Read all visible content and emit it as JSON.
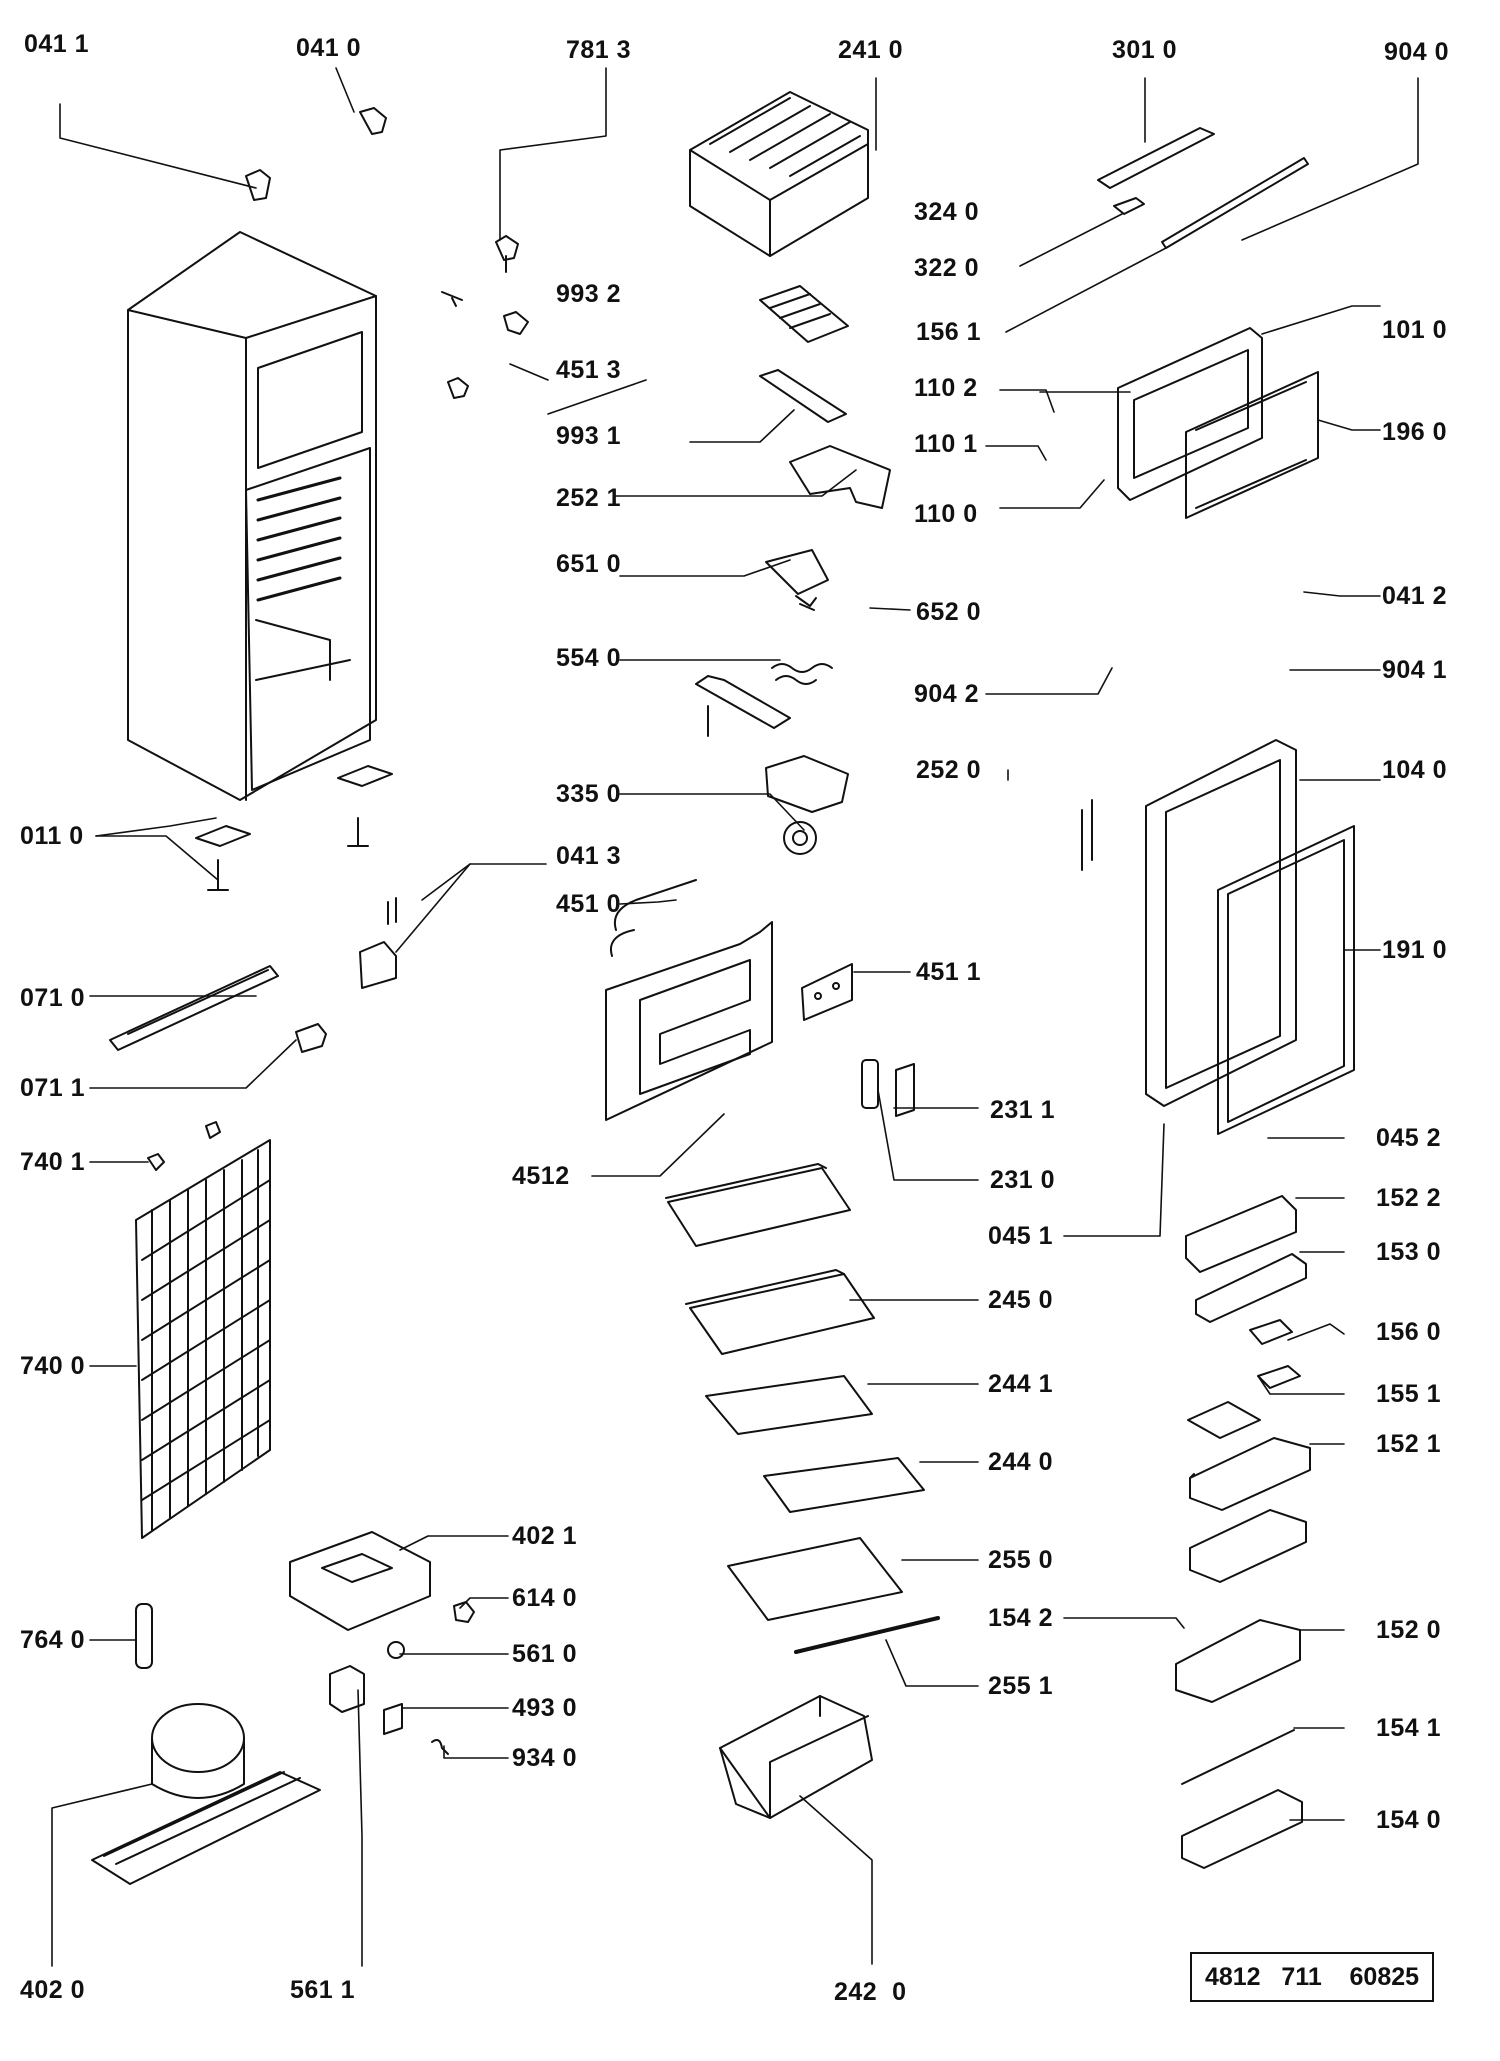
{
  "labels": {
    "p0411": "041 1",
    "p0410": "041 0",
    "p7813": "781 3",
    "p2410": "241 0",
    "p3010": "301 0",
    "p9040": "904 0",
    "p9932": "993 2",
    "p3240": "324 0",
    "p3220": "322 0",
    "p4513": "451 3",
    "p1561": "156 1",
    "p1010": "101 0",
    "p9931": "993 1",
    "p1102": "110 2",
    "p1101": "110 1",
    "p1960": "196 0",
    "p2521": "252 1",
    "p1100": "110 0",
    "p6510": "651 0",
    "p6520": "652 0",
    "p0412": "041 2",
    "p5540": "554 0",
    "p9042": "904 2",
    "p9041": "904 1",
    "p2520": "252 0",
    "p1040": "104 0",
    "p3350": "335 0",
    "p0110": "011 0",
    "p0413": "041 3",
    "p4510": "451 0",
    "p4511": "451 1",
    "p1910": "191 0",
    "p0710": "071 0",
    "p0711": "071 1",
    "p2311": "231 1",
    "p7401": "740 1",
    "p4512": "4512",
    "p2310": "231 0",
    "p0452": "045 2",
    "p1522": "152 2",
    "p0451": "045 1",
    "p1530": "153 0",
    "p2450": "245 0",
    "p1560": "156 0",
    "p7400": "740 0",
    "p2441": "244 1",
    "p1551": "155 1",
    "p1521": "152 1",
    "p2440": "244 0",
    "p4021": "402 1",
    "p2550": "255 0",
    "p6140": "614 0",
    "p1542": "154 2",
    "p1520": "152 0",
    "p7640": "764 0",
    "p5610": "561 0",
    "p2551": "255 1",
    "p4930": "493 0",
    "p1541": "154 1",
    "p9340": "934 0",
    "p1540": "154 0",
    "p4020": "402 0",
    "p5611": "561 1",
    "p2420": "242  0"
  },
  "reference": "4812   711    60825",
  "colors": {
    "ink": "#111111",
    "background": "#ffffff"
  }
}
